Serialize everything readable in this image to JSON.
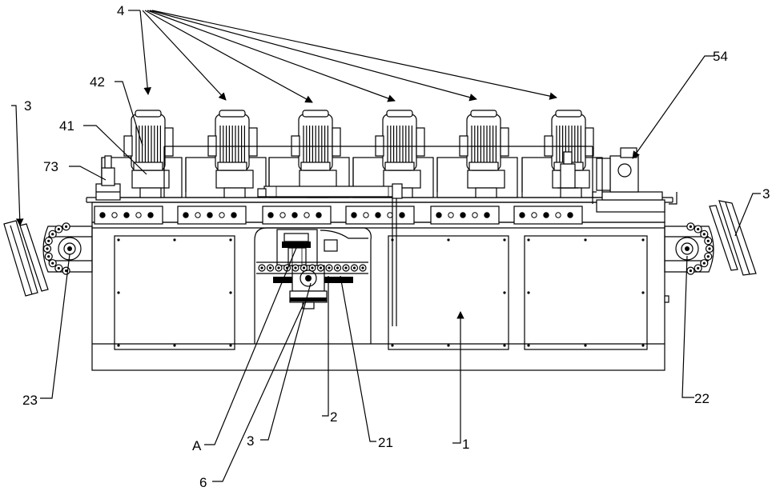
{
  "labels": {
    "l4": "4",
    "l42": "42",
    "l41": "41",
    "l73": "73",
    "l3_left": "3",
    "l54": "54",
    "l3_right": "3",
    "l23": "23",
    "l22": "22",
    "lA": "A",
    "l3_bottom": "3",
    "l6": "6",
    "l2": "2",
    "l21": "21",
    "l1": "1"
  },
  "colors": {
    "line": "#000000",
    "background": "#ffffff"
  }
}
